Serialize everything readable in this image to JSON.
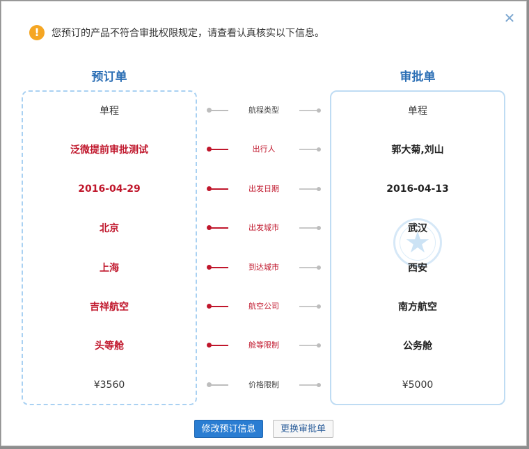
{
  "dialog": {
    "warning": "您预订的产品不符合审批权限规定，请查看认真核实以下信息。",
    "close": "✕"
  },
  "columns": {
    "booking_title": "预订单",
    "approval_title": "审批单"
  },
  "rows": [
    {
      "label": "航程类型",
      "booking": "单程",
      "approval": "单程",
      "mismatch": false
    },
    {
      "label": "出行人",
      "booking": "泛微提前审批测试",
      "approval": "郭大菊,刘山",
      "mismatch": true
    },
    {
      "label": "出发日期",
      "booking": "2016-04-29",
      "approval": "2016-04-13",
      "mismatch": true
    },
    {
      "label": "出发城市",
      "booking": "北京",
      "approval": "武汉",
      "mismatch": true
    },
    {
      "label": "到达城市",
      "booking": "上海",
      "approval": "西安",
      "mismatch": true
    },
    {
      "label": "航空公司",
      "booking": "吉祥航空",
      "approval": "南方航空",
      "mismatch": true
    },
    {
      "label": "舱等限制",
      "booking": "头等舱",
      "approval": "公务舱",
      "mismatch": true
    },
    {
      "label": "价格限制",
      "booking": "¥3560",
      "approval": "¥5000",
      "mismatch": false
    }
  ],
  "buttons": {
    "modify": "修改预订信息",
    "change": "更换审批单"
  },
  "colors": {
    "accent": "#2c6fb5",
    "mismatch": "#c0172c",
    "warning": "#f5a623"
  }
}
